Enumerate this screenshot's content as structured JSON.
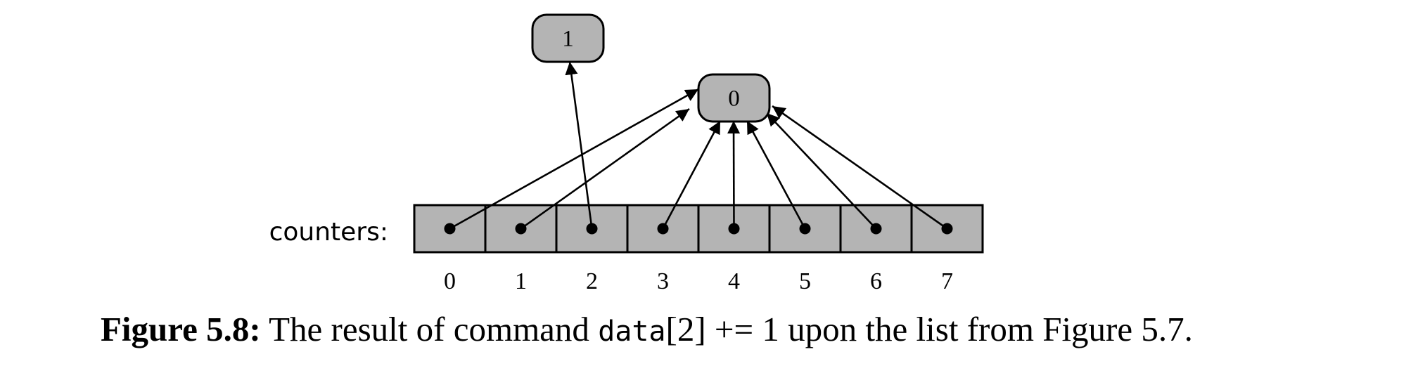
{
  "array": {
    "label": "counters:",
    "indices": [
      "0",
      "1",
      "2",
      "3",
      "4",
      "5",
      "6",
      "7"
    ],
    "targets": [
      1,
      1,
      0,
      1,
      1,
      1,
      1,
      1
    ]
  },
  "nodes": [
    {
      "label": "1"
    },
    {
      "label": "0"
    }
  ],
  "caption": {
    "figure": "Figure 5.8:",
    "before": " The result of command ",
    "code": "data",
    "after": "[2] += 1 upon the list from Figure 5.7."
  },
  "colors": {
    "cell_fill": "#b4b4b4",
    "node_fill": "#b4b4b4",
    "stroke": "#000000"
  }
}
